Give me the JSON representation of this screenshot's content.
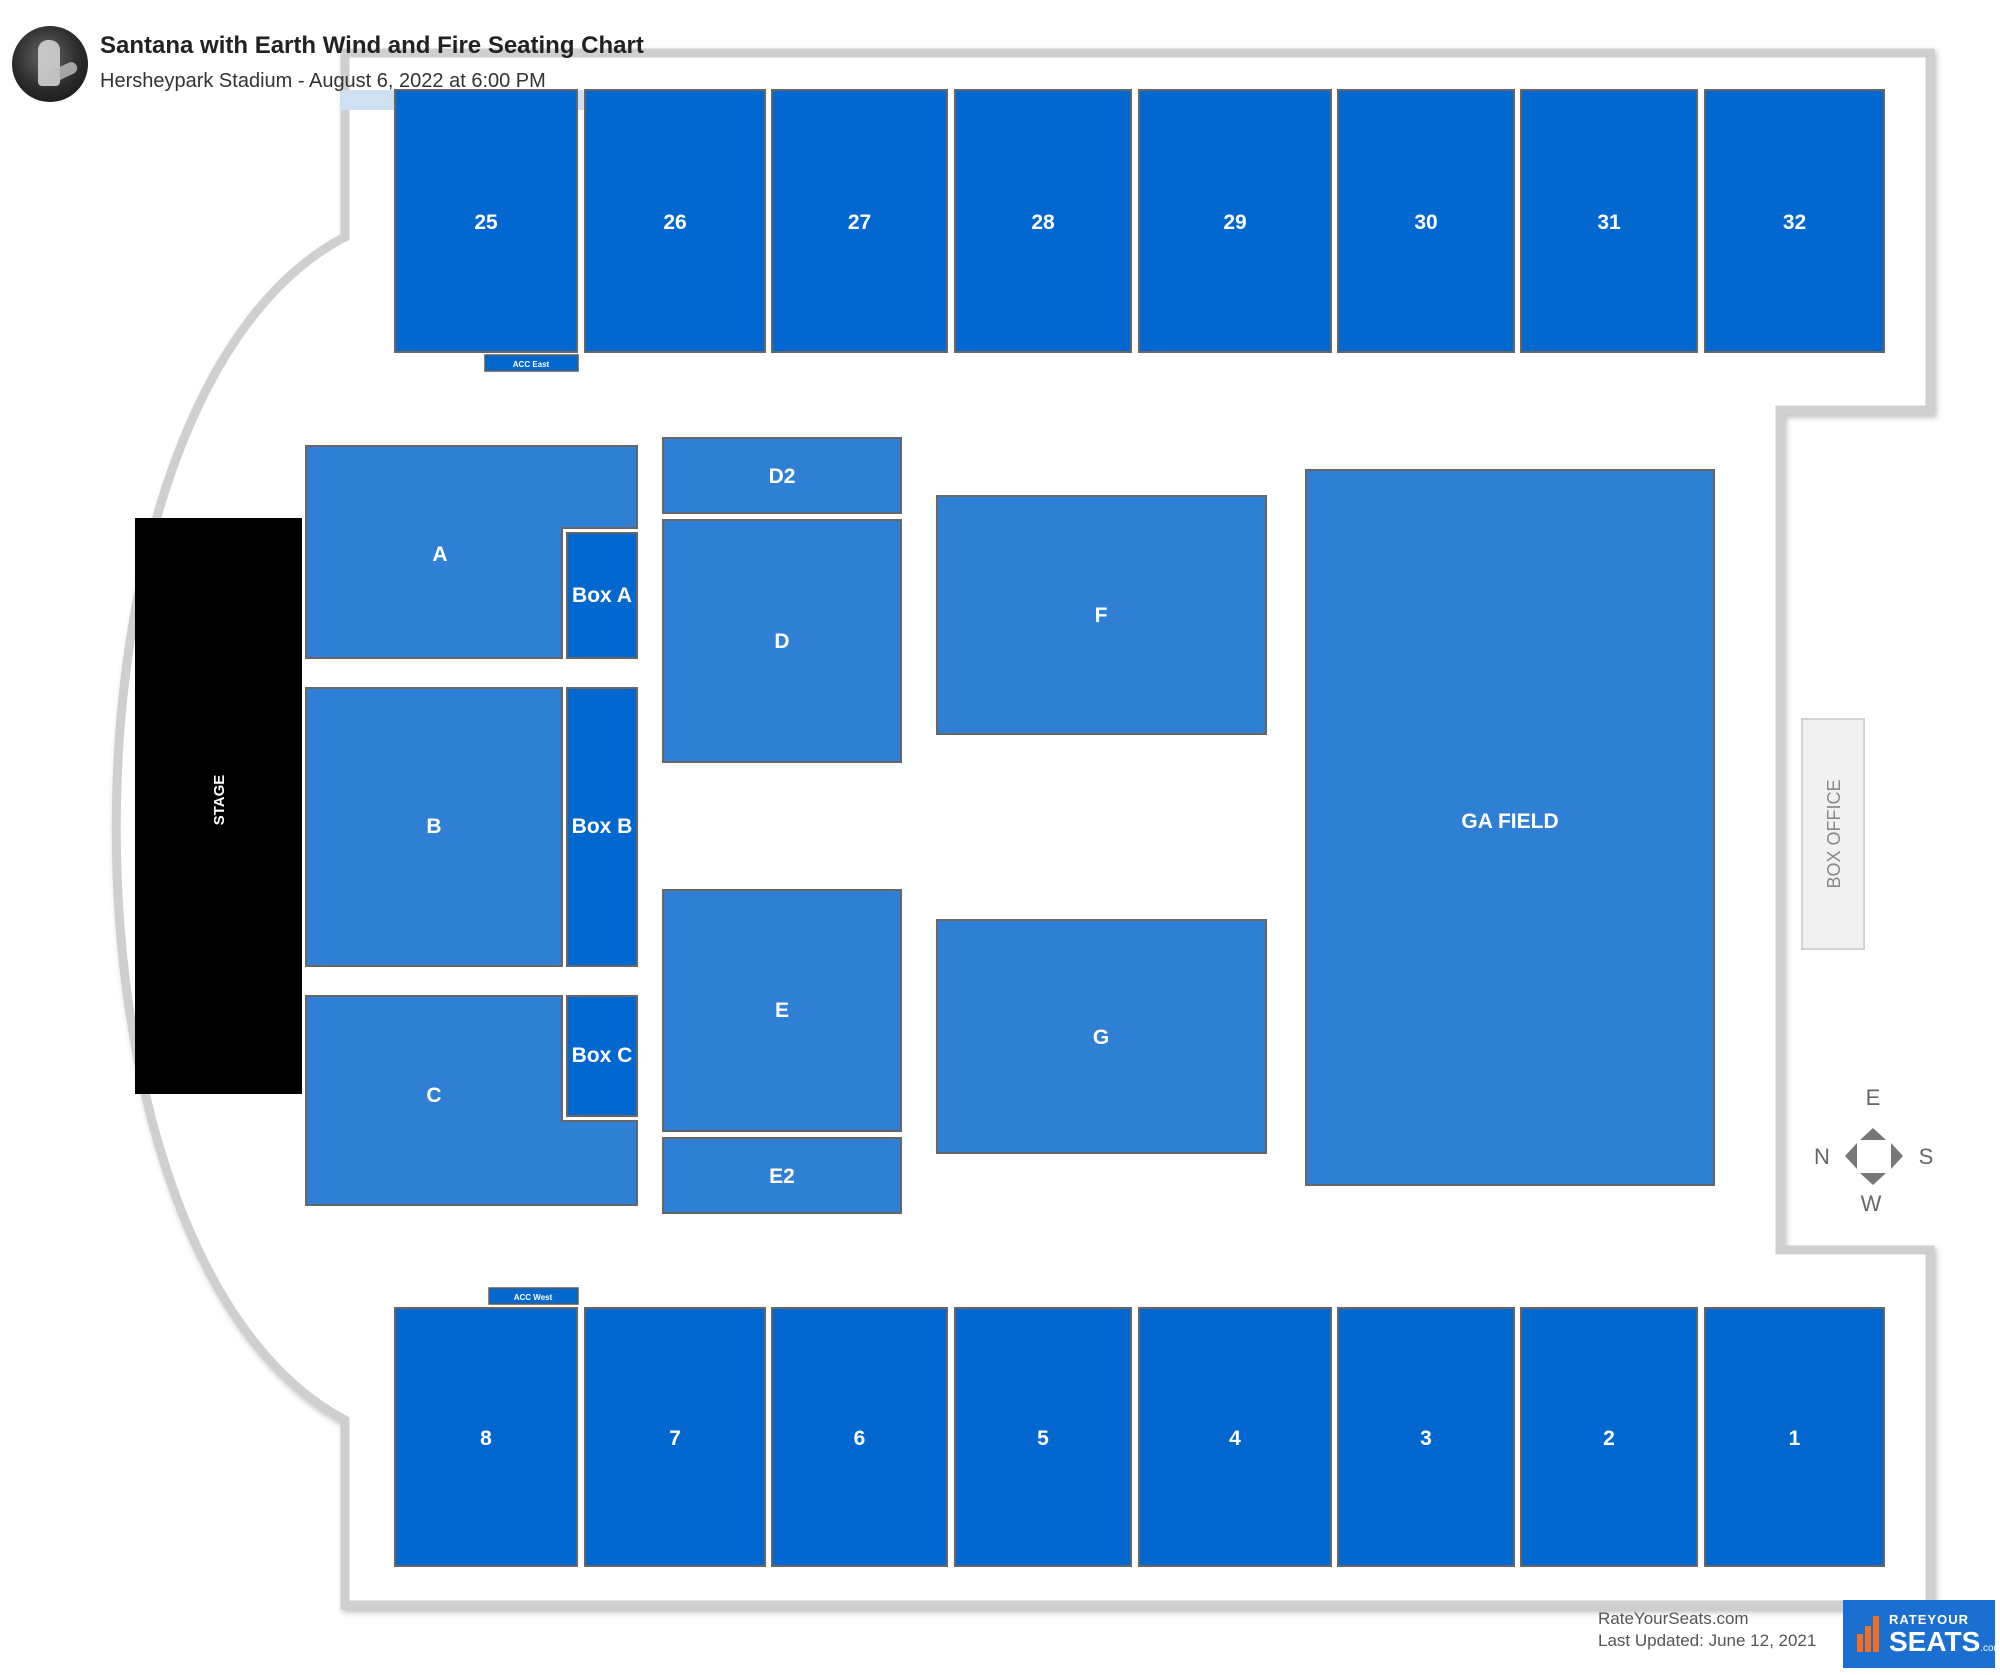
{
  "header": {
    "title": "Santana with Earth Wind and Fire Seating Chart",
    "subtitle": "Hersheypark Stadium - August 6, 2022 at 6:00 PM"
  },
  "colors": {
    "upper_section": "#0367d0",
    "floor_section": "#2f7fd4",
    "stage": "#000000",
    "outline": "#c8c8c8"
  },
  "sections": {
    "north_row": [
      "25",
      "26",
      "27",
      "28",
      "29",
      "30",
      "31",
      "32"
    ],
    "south_row": [
      "8",
      "7",
      "6",
      "5",
      "4",
      "3",
      "2",
      "1"
    ],
    "floor": {
      "a": "A",
      "box_a": "Box A",
      "b": "B",
      "box_b": "Box B",
      "c": "C",
      "box_c": "Box C",
      "d2": "D2",
      "d": "D",
      "e": "E",
      "e2": "E2",
      "f": "F",
      "g": "G",
      "ga": "GA FIELD"
    },
    "acc_east": "ACC East",
    "acc_west": "ACC West"
  },
  "stage_label": "STAGE",
  "box_office_label": "BOX OFFICE",
  "compass": {
    "top": "E",
    "left": "N",
    "right": "S",
    "bottom": "W"
  },
  "footer": {
    "site": "RateYourSeats.com",
    "updated": "Last Updated: June 12, 2021",
    "logo_top": "RATEYOUR",
    "logo_main": "SEATS",
    "logo_suffix": ".com"
  }
}
